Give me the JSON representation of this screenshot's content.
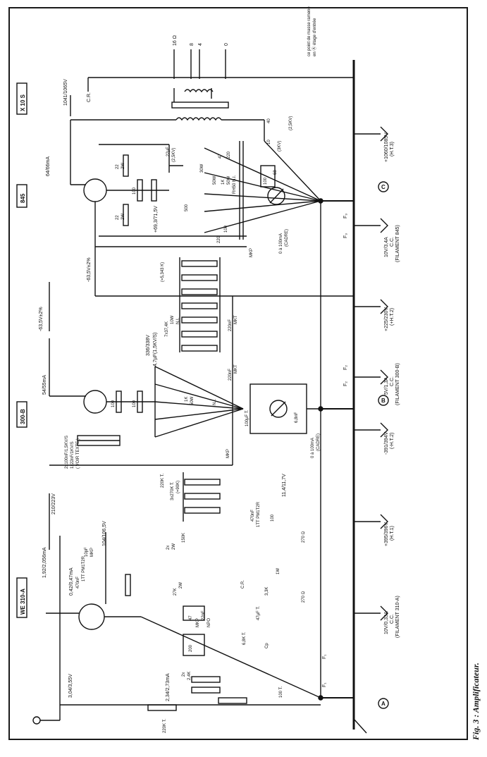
{
  "caption": "Fig. 3 : Amplificateur.",
  "tubes": {
    "x10s": "X 10 S",
    "t845": "845",
    "t300b": "300-B",
    "we310a": "WE 310-A"
  },
  "output": {
    "taps": [
      "16 Ω",
      "8",
      "4",
      "0"
    ],
    "cr": "C.R.",
    "ground_note_1": "ce point de masse ramené",
    "ground_note_2": "en Ⓐ étage d'entrée"
  },
  "labels": {
    "v1041": "1041/1065V",
    "i64": "64/66mA",
    "v635": "-63,5V±2%",
    "v635b": "-63,5V±2%",
    "v693": "+69,3/71,5V",
    "i54": "54/55mA",
    "v336": "336/338V",
    "cap_4uf": "4,7µF(1,5KV/S)",
    "v210": "210/223V",
    "cap_2x100": "2x100nF/1,5KV/S",
    "cap_1x22": "1x22nF/1KV/S",
    "voir_texte": "( VOIR TEXTE )",
    "i192": "1,92/2,056mA",
    "v104": "104/106,5V",
    "i042": "0,42/0,47mA",
    "v304": "3,04/3,55V",
    "i234": "2,34/2,73mA",
    "v114": "11,4/11,7V"
  },
  "components": {
    "c22uf": "22µF",
    "c25kv": "(2,5KV)",
    "r22_2w_a": "22",
    "r22_2w_a2": "2W",
    "r22_2w_b": "22",
    "r22_2w_b2": "2W",
    "r100_845": "100",
    "p30w": "30W",
    "p50w": "50W",
    "r1k_50w": "1K",
    "r1k_50w2": "50W",
    "rh50": "RH50 N.I.",
    "r500": "500",
    "c68": "68",
    "c100_845": "100",
    "c47_220": "47",
    "c220nf": "220",
    "c220_100": "220",
    "c100": "100",
    "mkp1": "MKP",
    "meter1": "0 à 100mA",
    "cadre1": "(CADRE)",
    "c40uf": "40",
    "c2kv": "(2,5KV)",
    "c10nf": "10",
    "c3kv": "(3KV)",
    "rs_7x": "7x37,4K",
    "rs_10w": "10W",
    "rs_ni": "N.I.",
    "rs_eq": "(=5,343 K)",
    "c220_mkt1": "220nF",
    "c_mkt1": "MKT",
    "c220_mkt2": "220nF",
    "c_mkt2": "MKT",
    "c100uf_ft": "100µF T.",
    "c68nf": "6,8nF",
    "meter2": "0 à 100mA",
    "cadre2": "(CADRE)",
    "mkp2": "MKP",
    "r100_300b_a": "100",
    "r100_300b_b": "100",
    "r1k_300b": "1K",
    "r50w_300b": "50W",
    "ni_300b": "N.I.",
    "r3x270": "3x270K T.",
    "r90k": "(=90K)",
    "r220k": "220K T.",
    "r150k": "150K",
    "r2x2w": "2x",
    "r2w": "2W",
    "c470nf": "470nF",
    "c1tt": "1TT PM1T2R",
    "c100uf_b": "100",
    "r270_a": "270 Ω",
    "r270_b": "270 Ω",
    "r27k": "27K",
    "r27k_2w": "2W",
    "r3k3": "3,3K",
    "r1w": "1W",
    "c47uf": "47µF T.",
    "c10pf": "10pF",
    "mkp3": "MKP",
    "c470_b": "470nF",
    "c1tt_b": "1TT PM1T2R",
    "c47_b": "47",
    "c22nf": "22nF",
    "mkp4": "MKP",
    "npo": "NPO",
    "c200": "200",
    "cr2": "C.R.",
    "r6k8": "6,8K T.",
    "cp": "Cp",
    "r2x24": "2x",
    "r24k": "2,4K",
    "r100t": "100 T.",
    "r220k_b": "220K T."
  },
  "supply": {
    "a1060": "+1060/1085V",
    "a1060b": "(H.T.3)",
    "a225": "+225/230V",
    "a225b": "(+H.T.2)",
    "a391": "-391/394V",
    "a391b": "(-H.T.2)",
    "a395": "+395/396V",
    "a395b": "(H.T.1)",
    "f845": "10V/3,4A",
    "f845b": "C.C.",
    "f845c": "(FILAMENT 845)",
    "f300b": "5V/1,3A",
    "f300bb": "C.C.",
    "f300bc": "(FILAMENT 300-B)",
    "f310": "10V/0,33A",
    "f310b": "C.C.",
    "f310c": "(FILAMENT 310-A)",
    "node_a": "A",
    "node_b": "B",
    "node_c": "C",
    "f3a": "F₃",
    "f3b": "F₃",
    "f2a": "F₂",
    "f2b": "F₂",
    "f1a": "F₁",
    "f1b": "F₁"
  }
}
